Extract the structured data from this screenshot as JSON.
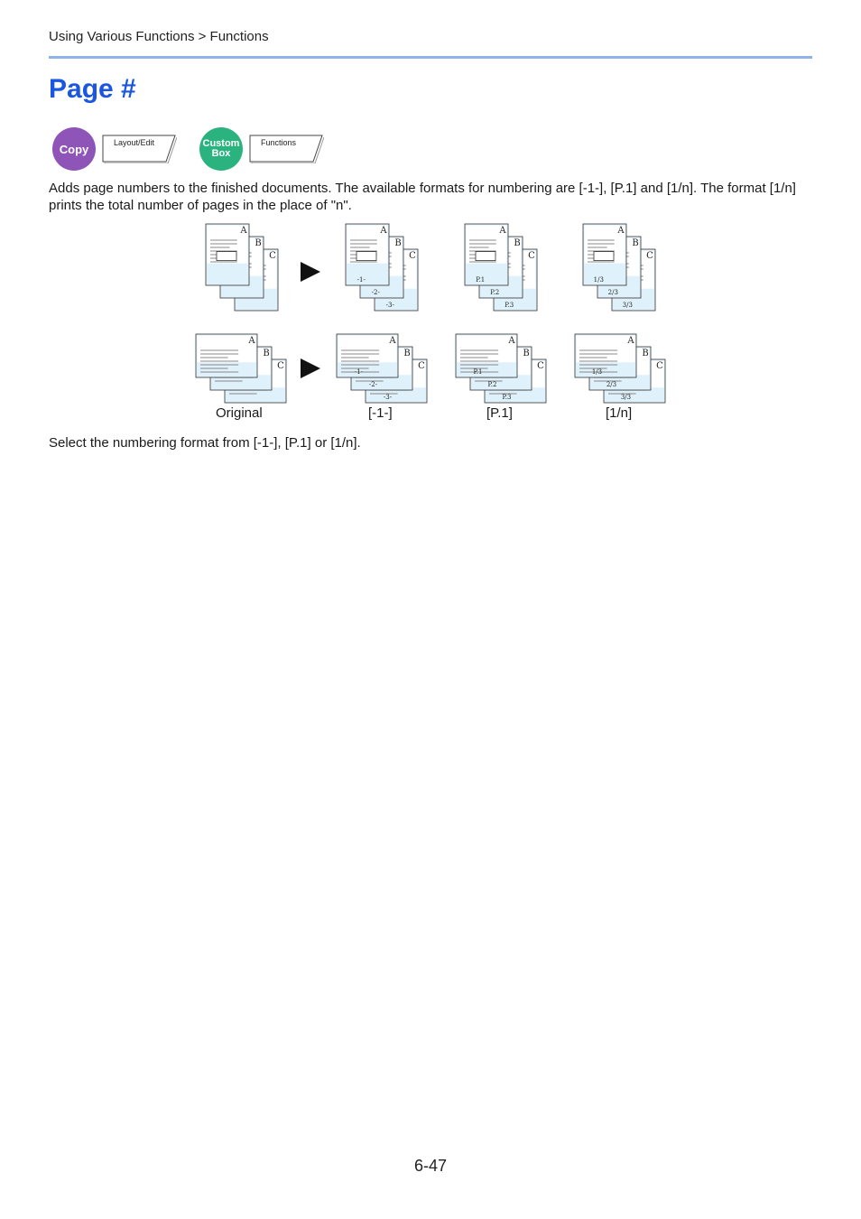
{
  "breadcrumb": "Using Various Functions > Functions",
  "title": "Page #",
  "badges": {
    "copy": "Copy",
    "custom_box_line1": "Custom",
    "custom_box_line2": "Box"
  },
  "tabs": {
    "layout_edit": "Layout/Edit",
    "functions": "Functions"
  },
  "description": "Adds page numbers to the finished documents. The available formats for numbering are [-1-], [P.1] and [1/n]. The format [1/n] prints the total number of pages in the place of \"n\".",
  "figure": {
    "page_letters": [
      "A",
      "B",
      "C"
    ],
    "formats": [
      {
        "labels": [
          "-1-",
          "-2-",
          "-3-"
        ]
      },
      {
        "labels": [
          "P.1",
          "P.2",
          "P.3"
        ]
      },
      {
        "labels": [
          "1/3",
          "2/3",
          "3/3"
        ]
      }
    ],
    "captions": {
      "original": "Original",
      "f1": "[-1-]",
      "f2": "[P.1]",
      "f3": "[1/n]"
    }
  },
  "note": "Select the numbering format from [-1-], [P.1] or [1/n].",
  "page_number": "6-47",
  "colors": {
    "title": "#1a56e0",
    "rule": "#8fb3e8",
    "copy_badge": "#8e54b8",
    "custom_box_badge": "#2bb37f",
    "paper_fill": "#dff1fa"
  }
}
